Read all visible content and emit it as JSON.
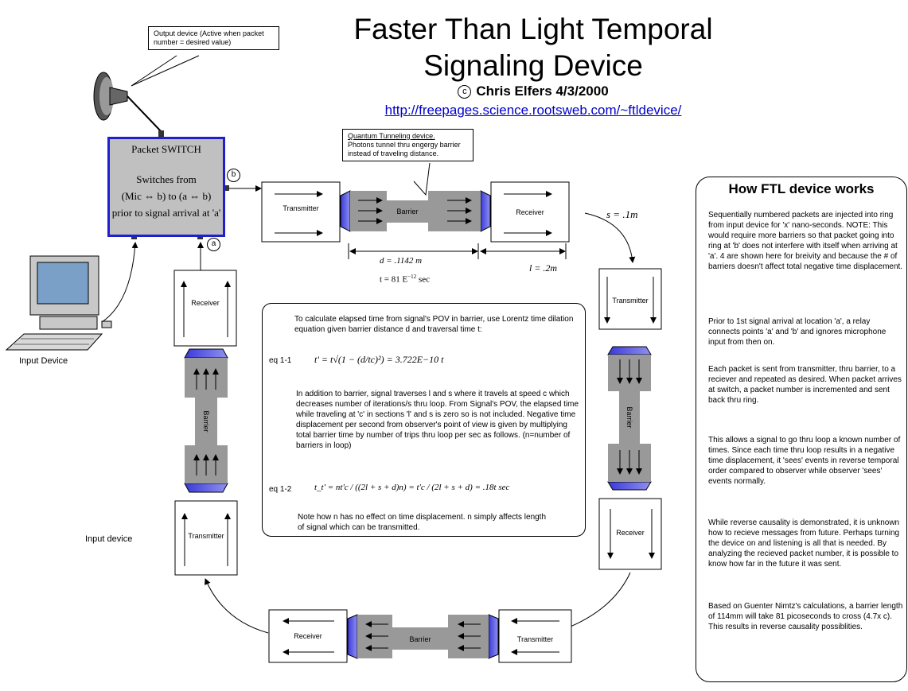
{
  "header": {
    "title_line1": "Faster Than Light Temporal",
    "title_line2": "Signaling Device",
    "copyright_symbol": "c",
    "byline": "Chris Elfers 4/3/2000",
    "url": "http://freepages.science.rootsweb.com/~ftldevice/"
  },
  "output_callout": "Output device (Active when packet number = desired value)",
  "tunnel_callout": {
    "title": "Quantum Tunneling device.",
    "text": "Photons tunnel thru engergy barrier instead of traveling distance."
  },
  "switch": {
    "line1": "Packet  SWITCH",
    "line2": "Switches from",
    "line3": "(Mic ⇔ b) to (a ⇔ b)",
    "line4": "prior to signal arrival at 'a'"
  },
  "markers": {
    "a": "a",
    "b": "b"
  },
  "components": {
    "top_transmitter": "Transmitter",
    "top_barrier": "Barrier",
    "top_receiver": "Receiver",
    "right_transmitter": "Transmitter",
    "right_barrier": "Barrier",
    "right_receiver": "Receiver",
    "bottom_transmitter": "Transmitter",
    "bottom_barrier": "Barrier",
    "bottom_receiver": "Receiver",
    "left_transmitter": "Transmitter",
    "left_barrier": "Barrier",
    "left_receiver": "Receiver"
  },
  "dimensions": {
    "s": "s = .1m",
    "d": "d = .1142 m",
    "t": "t = 81 E",
    "t_exp": "−12",
    "t_unit": "sec",
    "l": "l = .2m"
  },
  "labels": {
    "input_device": "Input Device",
    "input_device_2": "Input device"
  },
  "equations": {
    "intro": "To calculate elapsed time from signal's POV in barrier, use Lorentz time dilation equation given barrier distance d and traversal time t:",
    "eq1_label": "eq 1-1",
    "eq1": "t' = t√(1 − (d/tc)²) = 3.722E−10 t",
    "para2": "In addition to barrier, signal traverses l and s where it travels at speed c which decreases number of iterations/s thru loop. From Signal's POV, the elapsed time while traveling at 'c' in sections 'l' and s is zero so is not included.  Negative time displacement per second from observer's point of view is given by multiplying total barrier time by number of trips thru loop per sec as follows. (n=number of barriers in loop)",
    "eq2_label": "eq 1-2",
    "eq2": "t_t' = nt'c / ((2l + s + d)n) = t'c / (2l + s + d) = .18t  sec",
    "note": "Note how n has no effect on time displacement. n simply affects length of signal which can be transmitted."
  },
  "how": {
    "title": "How FTL device works",
    "paragraphs": [
      "Sequentially numbered packets are injected into ring from input device for 'x' nano-seconds.  NOTE: This would require more barriers so that packet going into ring at 'b' does not interfere with itself when arriving at  'a'. 4 are shown here for breivity and because the # of barriers doesn't affect total negative time displacement.",
      "Prior to 1st signal arrival at location 'a', a relay connects points 'a' and 'b' and ignores microphone input from then on.",
      "Each packet is sent from transmitter, thru barrier, to a reciever and repeated as desired. When packet arrives at switch, a packet number is incremented and sent back thru ring.",
      "This allows a signal to go thru loop a known number of times. Since each time thru loop results in a negative time displacement, it 'sees' events in reverse temporal order compared to observer while observer 'sees' events normally.",
      "While reverse causality is demonstrated, it is unknown how to recieve messages from future. Perhaps turning the device on and listening is all that is needed. By analyzing the recieved packet number, it is possible to know how far in the future it was sent.",
      "Based on Guenter Nimtz's calculations, a barrier length of 114mm will take 81 picoseconds to cross (4.7x c). This results in reverse causality possiblities."
    ]
  }
}
